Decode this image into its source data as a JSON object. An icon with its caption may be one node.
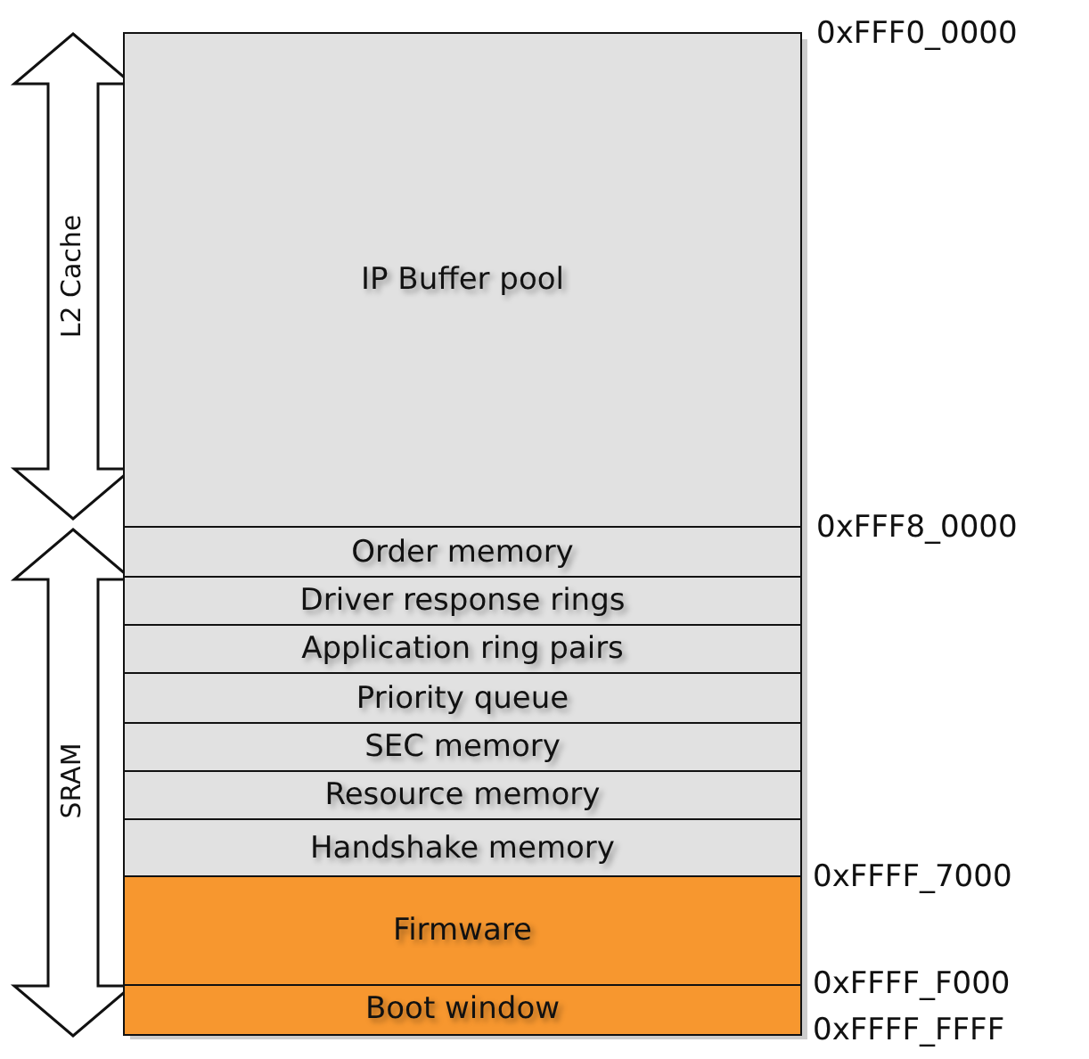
{
  "diagram": {
    "nodes": [
      {
        "text": [
          "IP Buffer pool"
        ]
      },
      {
        "text": [
          "Order memory"
        ]
      },
      {
        "text": [
          "Driver response rings"
        ]
      },
      {
        "text": [
          "Application ring pairs"
        ]
      },
      {
        "text": [
          "Priority queue"
        ]
      },
      {
        "text": [
          "SEC memory"
        ]
      },
      {
        "text": [
          "Resource memory"
        ]
      },
      {
        "text": [
          "Handshake memory"
        ]
      },
      {
        "text": [
          "Firmware"
        ]
      },
      {
        "text": [
          "Boot window"
        ]
      }
    ],
    "labels": [
      "0xFFF0_0000",
      "L2 Cache",
      "0xFFF8_0000",
      "SRAM",
      "0xFFFF_7000",
      "0xFFFF_F000",
      "0xFFFF_FFFF"
    ]
  }
}
